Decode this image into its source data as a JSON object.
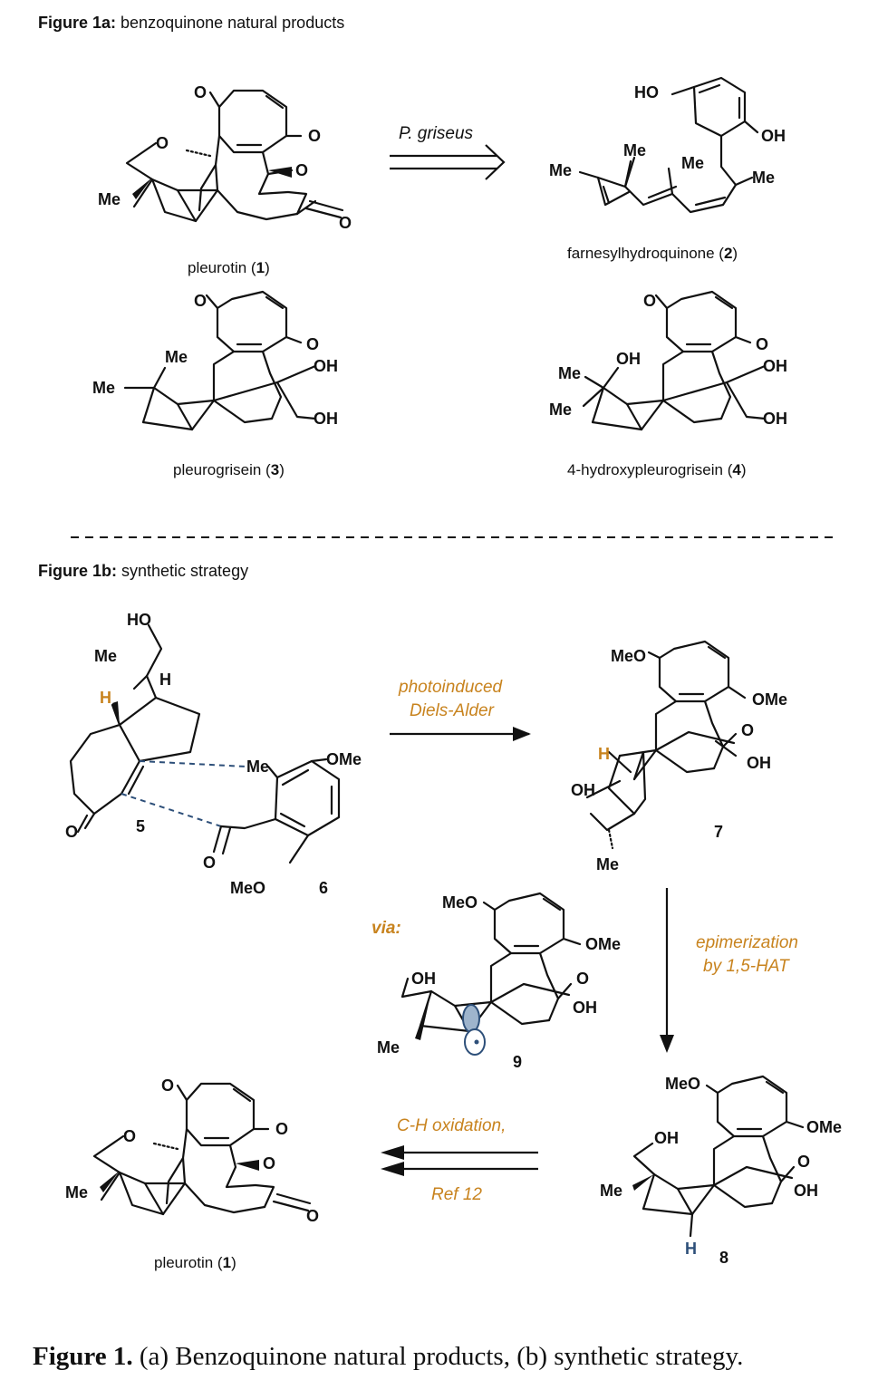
{
  "fig1a": {
    "heading_bold": "Figure 1a:",
    "heading_rest": " benzoquinone natural products",
    "arrow_label": "P. griseus",
    "compounds": {
      "c1": {
        "name": "pleurotin (",
        "num": "1",
        "close": ")"
      },
      "c2": {
        "name": "farnesylhydroquinone (",
        "num": "2",
        "close": ")"
      },
      "c3": {
        "name": "pleurogrisein (",
        "num": "3",
        "close": ")"
      },
      "c4": {
        "name": "4-hydroxypleurogrisein (",
        "num": "4",
        "close": ")"
      }
    }
  },
  "fig1b": {
    "heading_bold": "Figure 1b:",
    "heading_rest": " synthetic strategy",
    "step1_line1": "photoinduced",
    "step1_line2": "Diels-Alder",
    "step2_line1": "epimerization",
    "step2_line2": "by 1,5-HAT",
    "step3_line1": "C-H oxidation,",
    "step3_line2": "Ref 12",
    "via": "via:",
    "numbers": {
      "n5": "5",
      "n6": "6",
      "n7": "7",
      "n8": "8",
      "n9": "9"
    },
    "bottom_compound": {
      "name": "pleurotin (",
      "num": "1",
      "close": ")"
    }
  },
  "atoms": {
    "O": "O",
    "Me": "Me",
    "HO": "HO",
    "OH": "OH",
    "MeO": "MeO",
    "OMe": "OMe",
    "H": "H"
  },
  "caption": {
    "bold": "Figure 1.",
    "rest": " (a) Benzoquinone natural products, (b) synthetic strategy."
  },
  "colors": {
    "accent_orange": "#c8831e",
    "accent_blue": "#2d4f79",
    "ink": "#111111"
  }
}
